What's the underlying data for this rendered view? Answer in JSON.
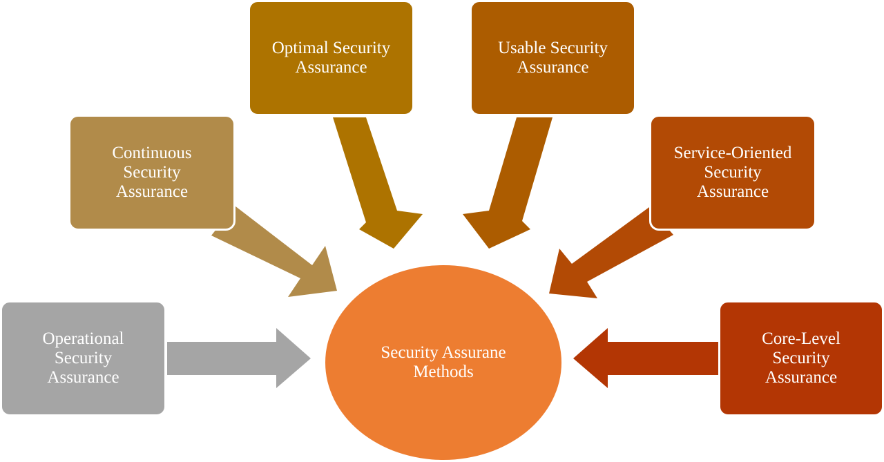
{
  "center": {
    "label": "Security Assurane\nMethods",
    "color": "#ed7d31"
  },
  "methods": [
    {
      "id": "operational",
      "label": "Operational\nSecurity\nAssurance",
      "color": "#a5a5a5"
    },
    {
      "id": "continuous",
      "label": "Continuous\nSecurity\nAssurance",
      "color": "#b18b4a"
    },
    {
      "id": "optimal",
      "label": "Optimal Security\nAssurance",
      "color": "#ad7300"
    },
    {
      "id": "usable",
      "label": "Usable Security\nAssurance",
      "color": "#ac5c00"
    },
    {
      "id": "service",
      "label": "Service-Oriented\nSecurity\nAssurance",
      "color": "#b24a05"
    },
    {
      "id": "core",
      "label": "Core-Level\nSecurity\nAssurance",
      "color": "#b33604"
    }
  ]
}
